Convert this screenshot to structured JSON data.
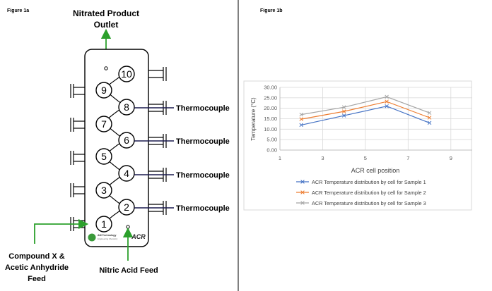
{
  "figure_1a": {
    "title": "Figure 1a",
    "outlet_label_line1": "Nitrated Product",
    "outlet_label_line2": "Outlet",
    "feed_label_line1": "Compound X &",
    "feed_label_line2": "Acetic Anhydride",
    "feed_label_line3": "Feed",
    "acid_label": "Nitric Acid Feed",
    "thermocouple_labels": [
      "Thermocouple",
      "Thermocouple",
      "Thermocouple",
      "Thermocouple"
    ],
    "cells": [
      "1",
      "2",
      "3",
      "4",
      "5",
      "6",
      "7",
      "8",
      "9",
      "10"
    ],
    "logo_left_line1": "AM Technology",
    "logo_left_line2": "Engineering Chemistry",
    "logo_right": "ACR",
    "colors": {
      "arrow": "#2ca02c",
      "thermo_line": "#1a1a4e",
      "outline": "#000000"
    }
  },
  "figure_1b": {
    "title": "Figure 1b"
  },
  "chart_data": {
    "type": "line",
    "xlabel": "ACR cell position",
    "ylabel": "Temperature (°C)",
    "xlim": [
      1,
      10
    ],
    "ylim": [
      0,
      30
    ],
    "x_ticks": [
      "1",
      "3",
      "5",
      "7",
      "9"
    ],
    "y_ticks": [
      "0.00",
      "5.00",
      "10.00",
      "15.00",
      "20.00",
      "25.00",
      "30.00"
    ],
    "grid": true,
    "legend_position": "bottom",
    "series": [
      {
        "name": "ACR Temperature distribution by cell for Sample 1",
        "color": "#4472c4",
        "x": [
          2,
          4,
          6,
          8
        ],
        "y": [
          12.0,
          16.5,
          21.0,
          13.0
        ]
      },
      {
        "name": "ACR Temperature distribution by cell for Sample 2",
        "color": "#ed7d31",
        "x": [
          2,
          4,
          6,
          8
        ],
        "y": [
          14.8,
          18.5,
          23.2,
          15.5
        ]
      },
      {
        "name": "ACR Temperature distribution by cell for Sample 3",
        "color": "#a5a5a5",
        "x": [
          2,
          4,
          6,
          8
        ],
        "y": [
          17.0,
          20.5,
          25.5,
          17.8
        ]
      }
    ]
  }
}
